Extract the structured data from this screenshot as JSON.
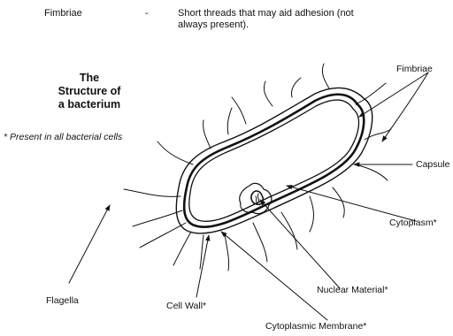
{
  "header": {
    "term": "Fimbriae",
    "dash": "-",
    "definition": "Short threads that may aid adhesion (not always present)."
  },
  "title": {
    "line1": "The",
    "line2": "Structure of",
    "line3": "a bacterium"
  },
  "note": "* Present in all bacterial cells",
  "labels": {
    "fimbriae": "Fimbriae",
    "capsule": "Capsule",
    "cytoplasm": "Cytoplasm*",
    "flagella": "Flagella",
    "cell_wall": "Cell Wall*",
    "nuclear_material": "Nuclear Material*",
    "cytoplasmic_membrane": "Cytoplasmic Membrane*"
  }
}
